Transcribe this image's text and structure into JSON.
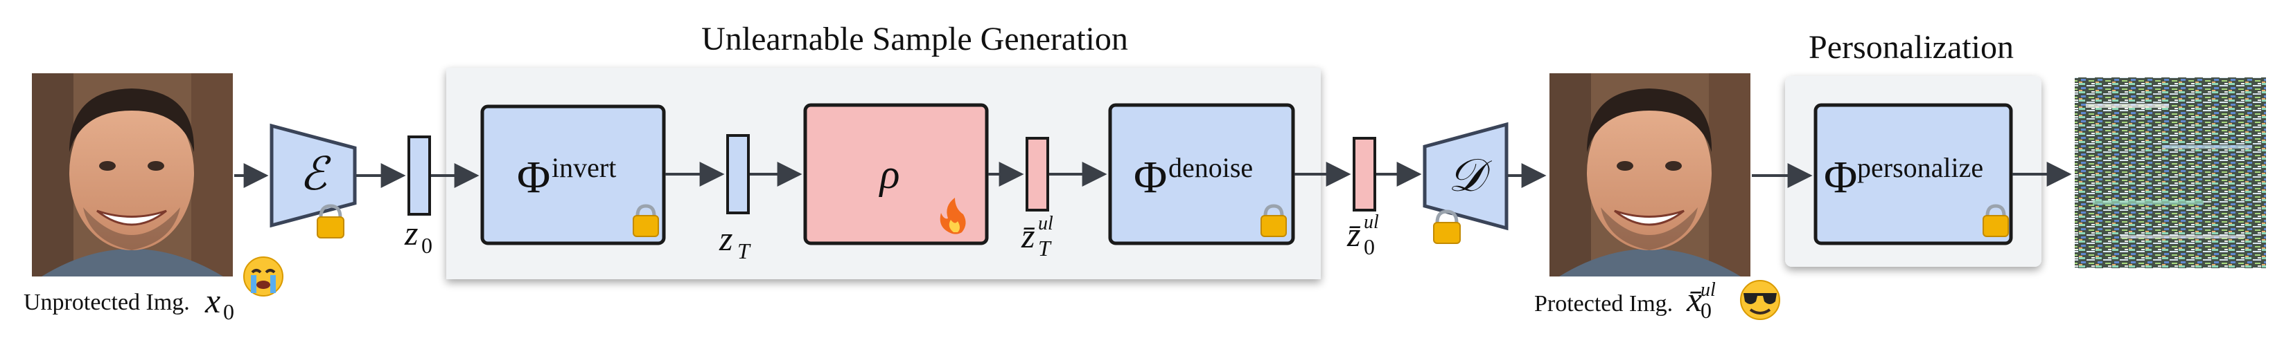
{
  "diagram": {
    "section_titles": {
      "generation": "Unlearnable Sample Generation",
      "personalization": "Personalization"
    },
    "captions": {
      "input": "Unprotected Img.",
      "input_var": "x",
      "input_sub": "0",
      "output": "Protected Img.",
      "output_var": "x̄",
      "output_sub": "0",
      "output_sup": "ul"
    },
    "modules": {
      "encoder": "ℰ",
      "decoder": "𝒟",
      "phi": "Φ",
      "invert_sup": "invert",
      "rho": "ρ",
      "denoise_sup": "denoise",
      "personalize_sup": "personalize"
    },
    "latents": {
      "z0_var": "z",
      "z0_sub": "0",
      "zT_var": "z",
      "zT_sub": "T",
      "zbarT_var": "z̄",
      "zbarT_sub": "T",
      "zbarT_sup": "ul",
      "zbar0_var": "z̄",
      "zbar0_sub": "0",
      "zbar0_sup": "ul"
    },
    "colors": {
      "blue_fill": "#c7d9f6",
      "pink_fill": "#f6bcbc",
      "panel_fill": "#f1f3f5",
      "stroke": "#1a1a1a",
      "lock": "#f2b203",
      "fire": "#f36b1c",
      "emoji": "#fbc531"
    },
    "icons": [
      "lock-icon",
      "fire-icon",
      "crying-emoji-icon",
      "sunglasses-emoji-icon",
      "face-photo-icon",
      "noise-image-icon"
    ]
  }
}
